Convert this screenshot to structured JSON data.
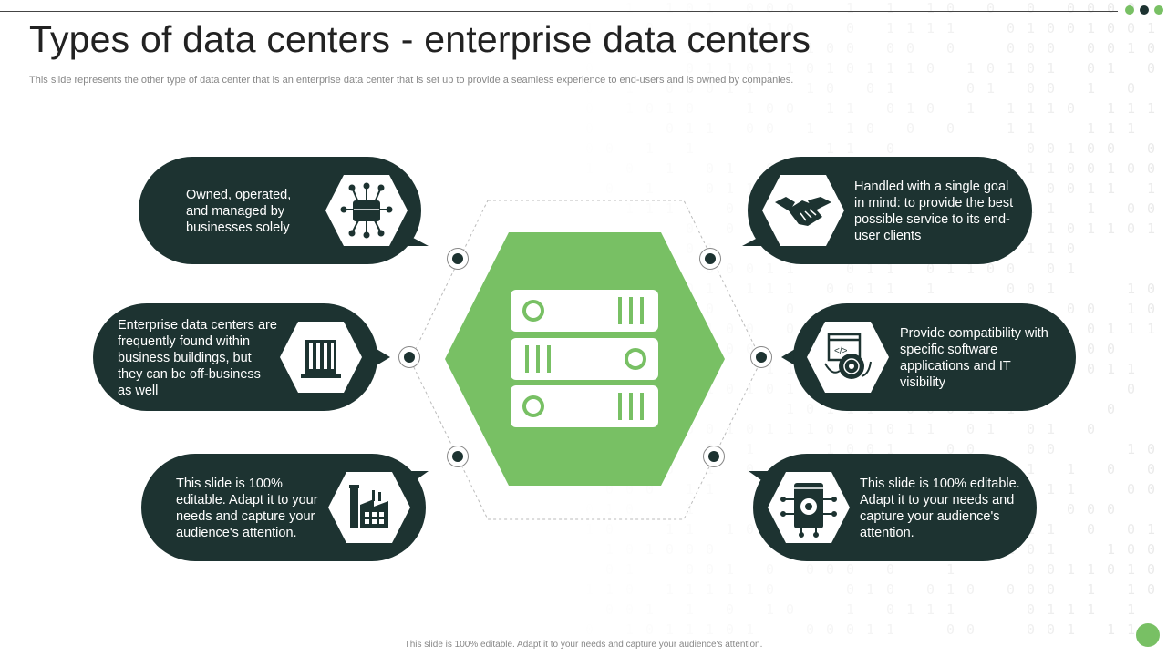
{
  "slide": {
    "title": "Types of data centers - enterprise data centers",
    "subtitle": "This slide represents the other type of data center that is an enterprise data center that is set up to provide a seamless experience to end-users and is owned by companies.",
    "footer": "This slide is 100% editable. Adapt it to your needs and capture your audience's attention."
  },
  "colors": {
    "dark": "#1d3331",
    "green": "#78c064",
    "white": "#ffffff"
  },
  "center": {
    "icon": "server-rack-icon"
  },
  "items": [
    {
      "text": "Owned, operated, and managed by businesses solely",
      "icon": "briefcase-network-icon"
    },
    {
      "text": "Enterprise data centers are frequently found within business buildings, but they can be off-business as well",
      "icon": "office-building-icon"
    },
    {
      "text": "This slide is 100% editable. Adapt it to your needs and capture your audience's attention.",
      "icon": "factory-icon"
    },
    {
      "text": "Handled with a single goal in mind: to provide the best possible service to its end-user clients",
      "icon": "handshake-icon"
    },
    {
      "text": "Provide compatibility with specific software applications and IT visibility",
      "icon": "software-disc-icon"
    },
    {
      "text": "This slide is 100% editable. Adapt it to your needs and capture your audience's attention.",
      "icon": "chip-gear-icon"
    }
  ]
}
